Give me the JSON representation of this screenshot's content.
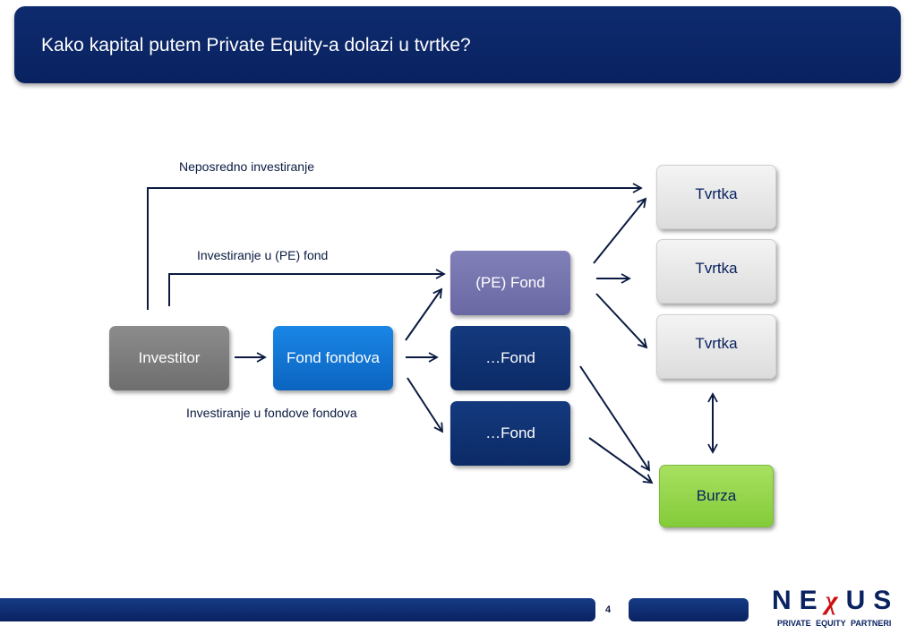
{
  "header": {
    "title": "Kako kapital putem Private Equity-a dolazi u tvrtke?"
  },
  "nodes": {
    "investitor": "Investitor",
    "fond_fondova": "Fond fondova",
    "pe_fond": "(PE) Fond",
    "fond_1": "…Fond",
    "fond_2": "…Fond",
    "tvrtka_1": "Tvrtka",
    "tvrtka_2": "Tvrtka",
    "tvrtka_3": "Tvrtka",
    "burza": "Burza"
  },
  "labels": {
    "direct": "Neposredno investiranje",
    "via_pe_fund": "Investiranje u (PE) fond",
    "via_fund_of_funds": "Investiranje u fondove fondova"
  },
  "footer": {
    "page_number": "4",
    "logo_part1": "NE",
    "logo_x": "χ",
    "logo_part2": "US",
    "logo_subtitle": "PRIVATE EQUITY PARTNERI"
  },
  "colors": {
    "navy": "#0a2260",
    "investitor": "#7a7a7a",
    "fond_fondova": "#0f72d2",
    "pe_fond": "#7472ad",
    "burza": "#90d24a",
    "logo_x": "#cc1010"
  }
}
